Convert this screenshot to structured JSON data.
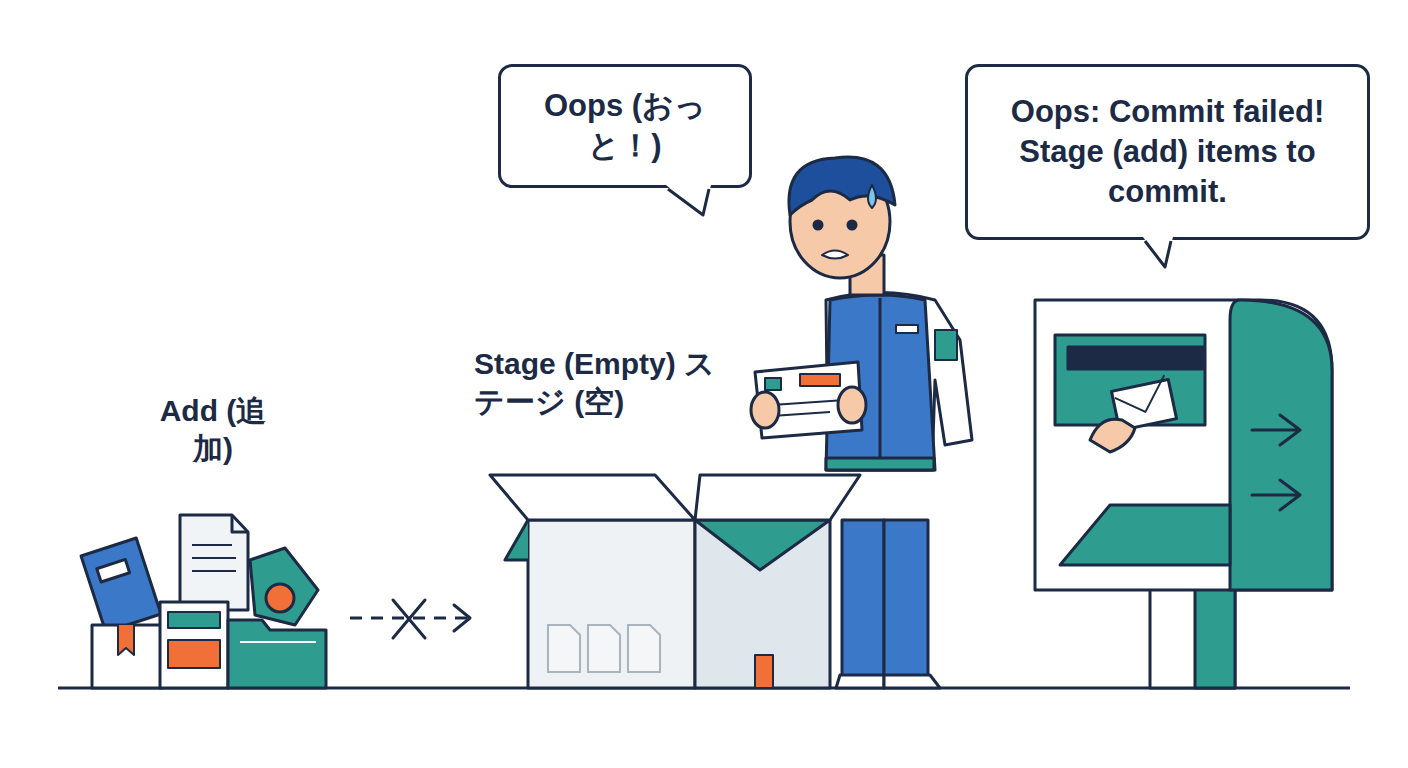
{
  "diagram": {
    "nodes": [
      {
        "text": [
          "Add (追加)"
        ]
      },
      {
        "text": [
          "Stage (Empty) ステージ (空)"
        ]
      },
      {
        "text": [
          "Oops (おっと！)"
        ]
      },
      {
        "text": [
          "Oops: Commit failed! Stage (add) items to commit."
        ]
      }
    ],
    "edges": [
      {
        "from": 0,
        "to": 1,
        "arrow": "to"
      }
    ]
  }
}
